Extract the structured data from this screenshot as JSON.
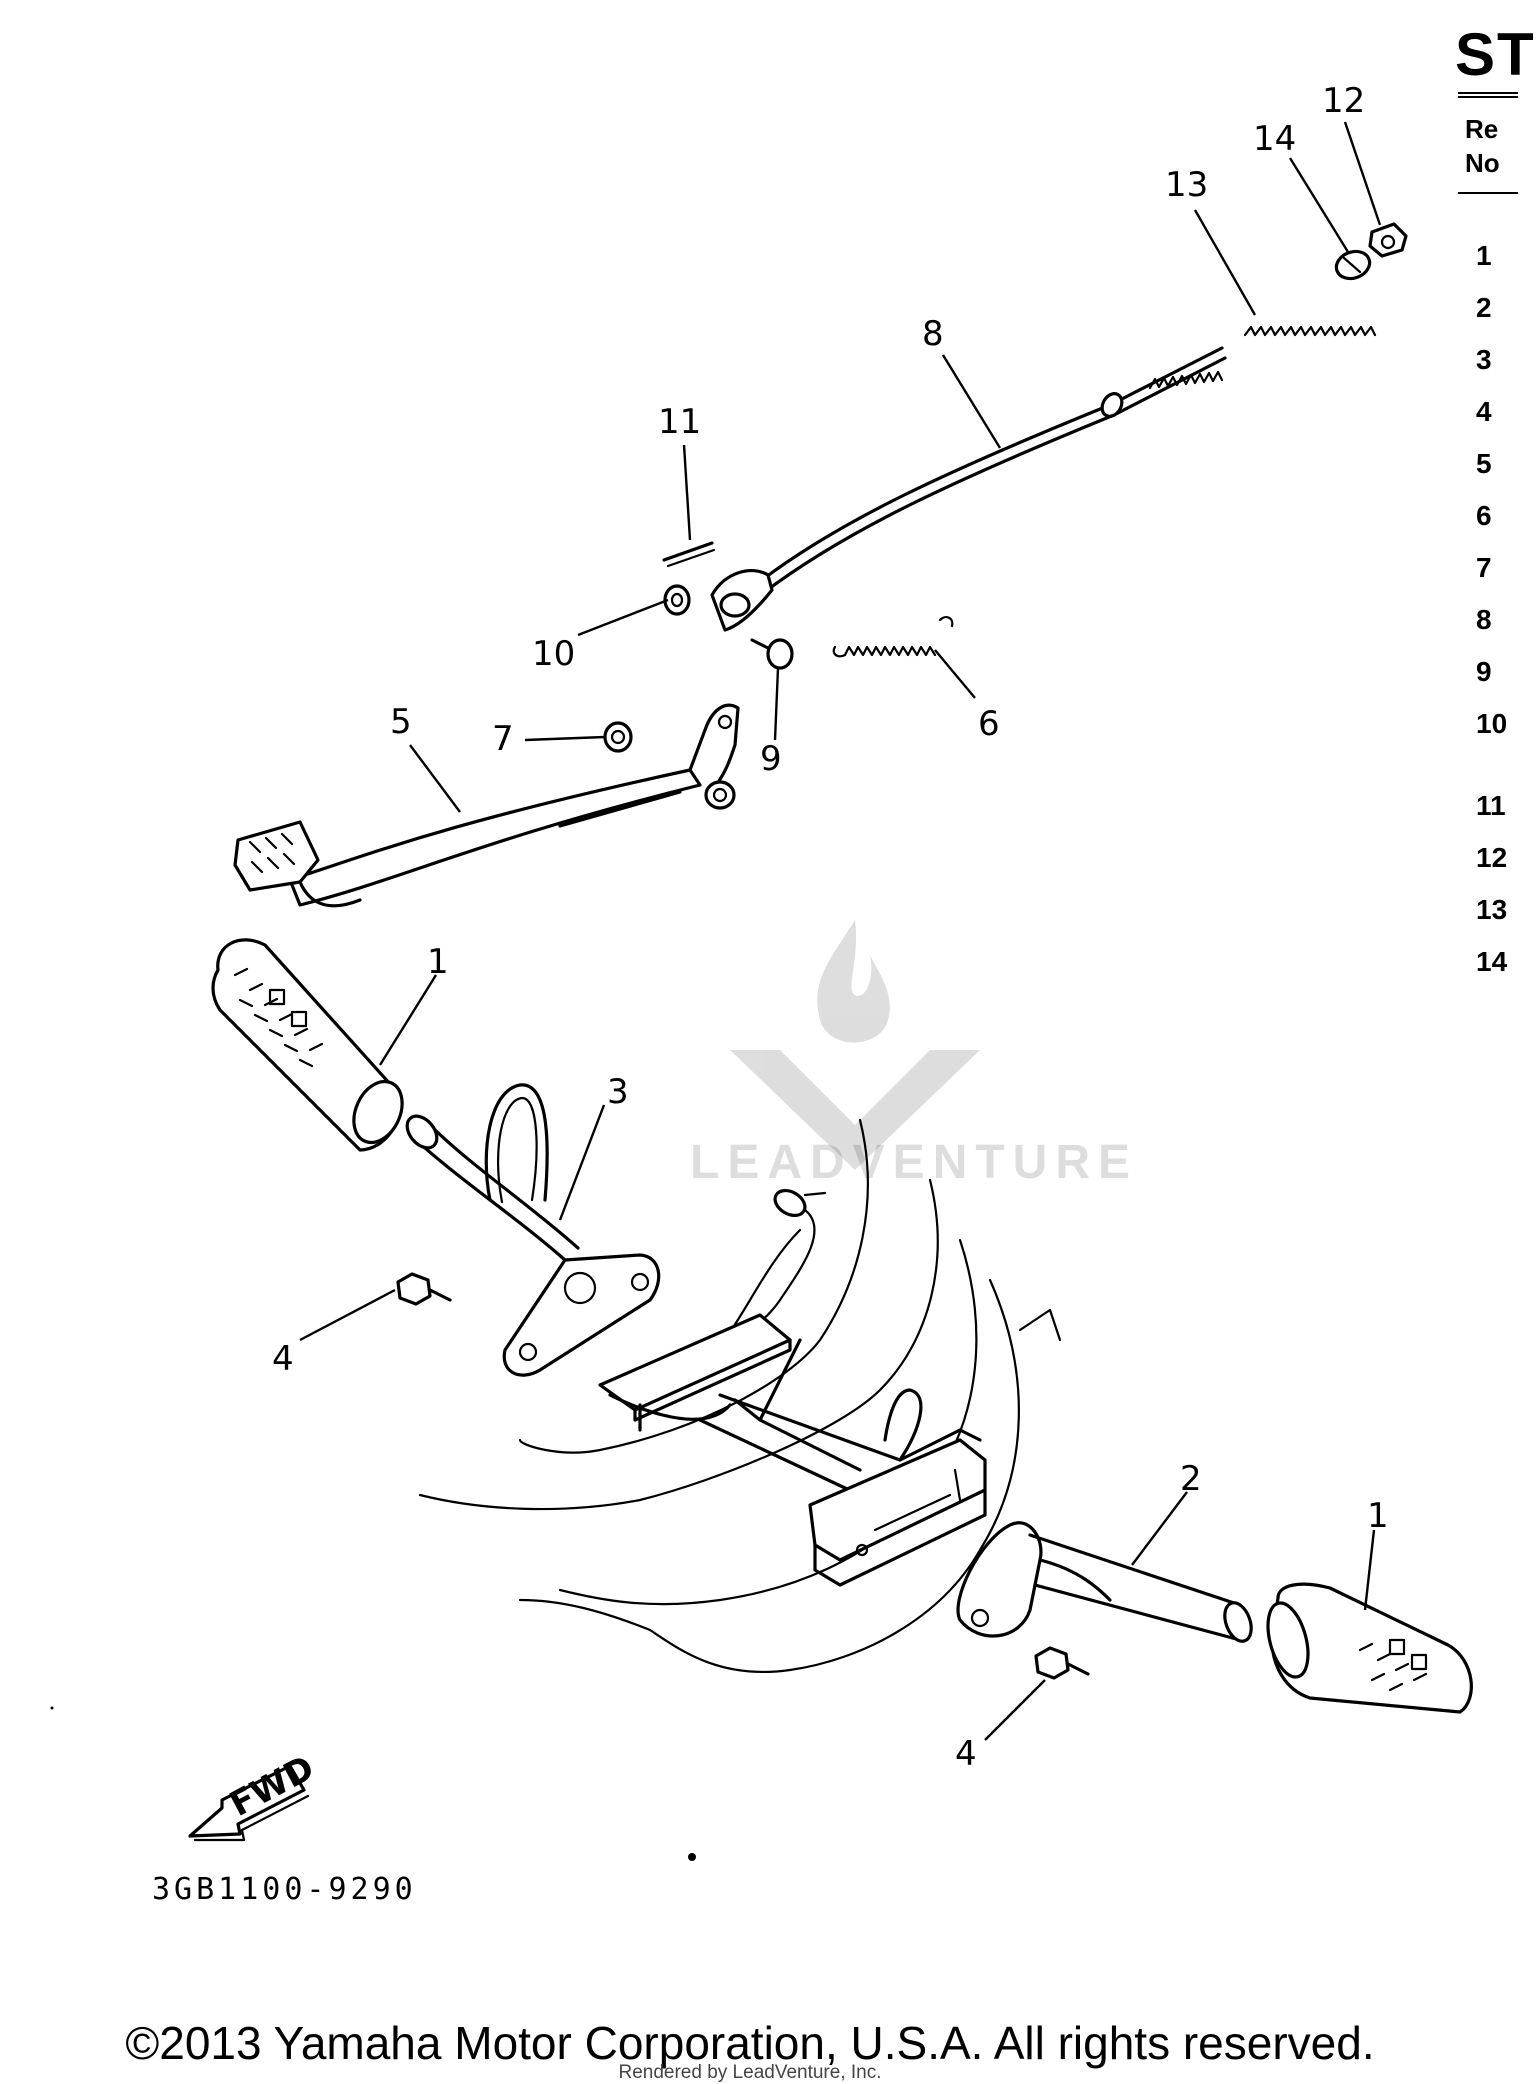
{
  "diagram": {
    "callouts": [
      "1",
      "1",
      "2",
      "3",
      "4",
      "4",
      "5",
      "6",
      "7",
      "8",
      "9",
      "10",
      "11",
      "12",
      "13",
      "14"
    ],
    "fwd_label": "FWD",
    "figure_code": "3GB1100-9290"
  },
  "side_panel": {
    "title": "ST",
    "header_line1": "Re",
    "header_line2": "No",
    "ref_numbers": [
      "1",
      "2",
      "3",
      "4",
      "5",
      "6",
      "7",
      "8",
      "9",
      "10",
      "11",
      "12",
      "13",
      "14"
    ]
  },
  "watermark": {
    "text": "LEADVENTURE"
  },
  "footer": {
    "copyright": "©2013 Yamaha Motor Corporation, U.S.A. All rights reserved.",
    "rendered_by": "Rendered by LeadVenture, Inc."
  }
}
